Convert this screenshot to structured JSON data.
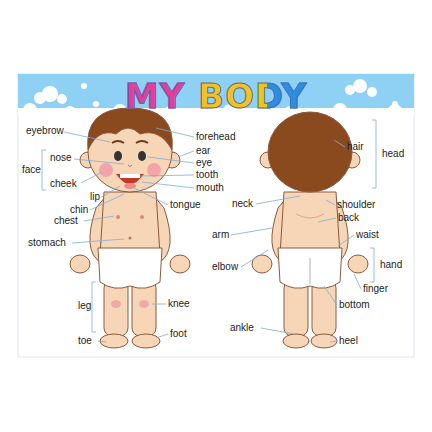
{
  "diagram": {
    "title": "MY BODY",
    "labels": [
      "eyebrow",
      "face",
      "nose",
      "cheek",
      "lip",
      "chin",
      "chest",
      "stomach",
      "leg",
      "toe",
      "knee",
      "foot",
      "forehead",
      "ear",
      "eye",
      "tooth",
      "mouth",
      "tongue",
      "neck",
      "arm",
      "elbow",
      "ankle",
      "hair",
      "head",
      "shoulder",
      "back",
      "waist",
      "hand",
      "finger",
      "bottom",
      "heel"
    ]
  }
}
